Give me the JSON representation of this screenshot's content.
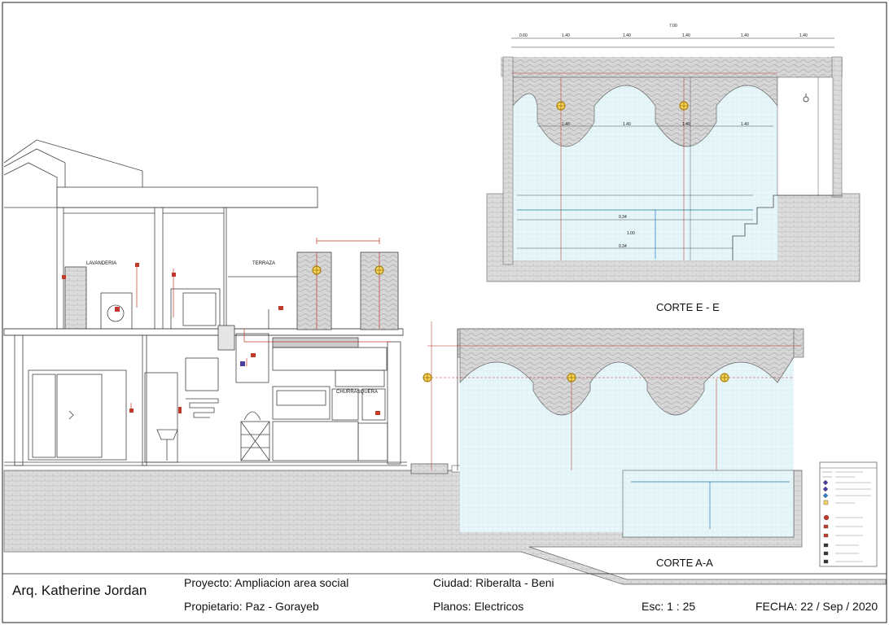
{
  "labels": {
    "lavanderia": "LAVANDERIA",
    "terraza": "TERRAZA",
    "churrasquera": "CHURRASQUERA",
    "corte_ee": "CORTE E - E",
    "corte_aa": "CORTE A-A"
  },
  "title_block": {
    "architect": "Arq. Katherine Jordan",
    "project_label": "Proyecto:",
    "project_value": "Ampliacion area social",
    "owner_label": "Propietario:",
    "owner_value": "Paz - Gorayeb",
    "city_label": "Ciudad:",
    "city_value": "Riberalta - Beni",
    "plans_label": "Planos:",
    "plans_value": "Electricos",
    "scale": "Esc: 1 : 25",
    "date_label": "FECHA:",
    "date_value": "22 / Sep / 2020"
  },
  "dimensions_ee": {
    "overall": "7.00",
    "spans": [
      "0.60",
      "1.40",
      "1.40",
      "1.40",
      "1.40",
      "1.40"
    ],
    "arch_widths": [
      "1.40",
      "1.40",
      "1.40",
      "1.40"
    ],
    "depths": [
      "0.34",
      "0.34",
      "1.00"
    ]
  },
  "colors": {
    "water": "#e3f4f8",
    "hatch": "#cfcfcf",
    "dimension": "#b3261e",
    "fixture": "#c0392b",
    "outlet_ring": "#a07400"
  },
  "icons": [
    "light-fixture-icon",
    "outlet-icon",
    "switch-icon",
    "legend-symbol-icon"
  ]
}
